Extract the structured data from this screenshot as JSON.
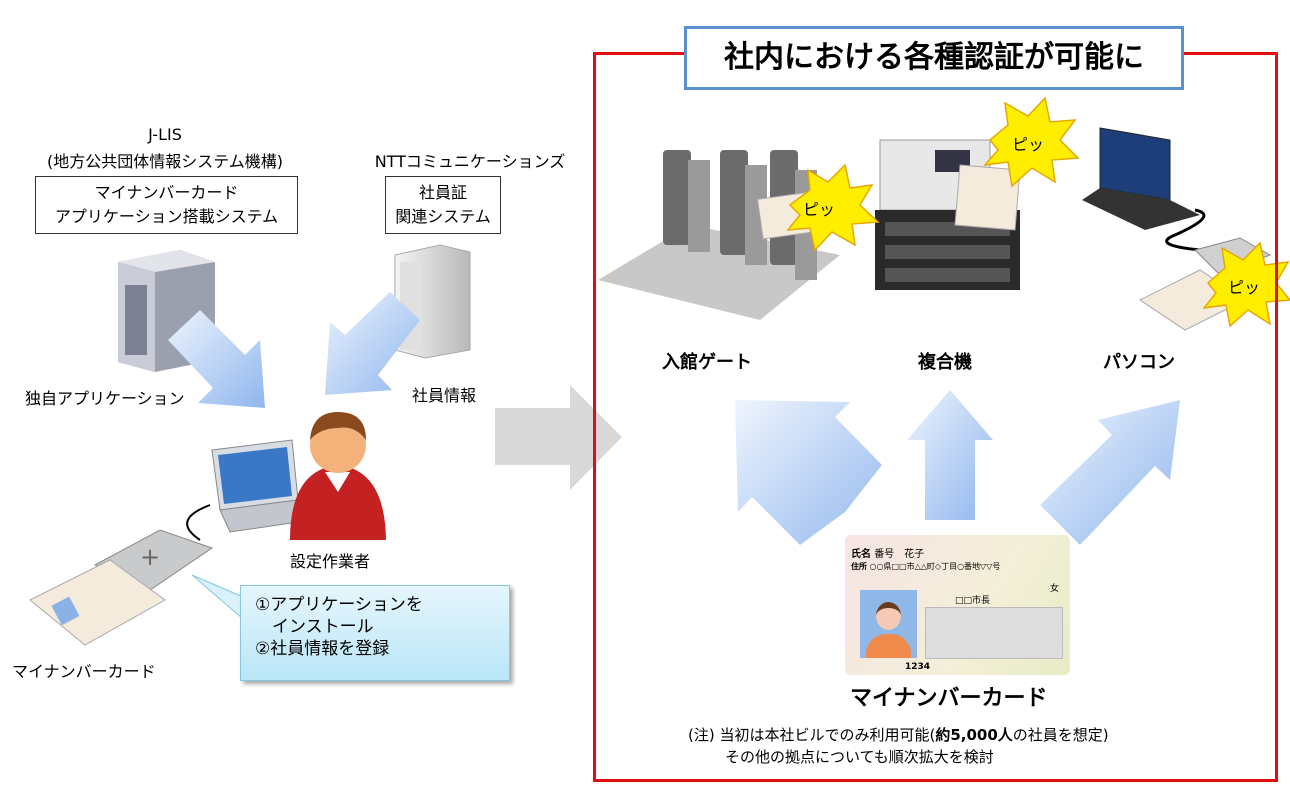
{
  "left": {
    "jlis_title": "J-LIS",
    "jlis_subtitle": "(地方公共団体情報システム機構)",
    "jlis_box": [
      "マイナンバーカード",
      "アプリケーション搭載システム"
    ],
    "ntt_title": "NTTコミュニケーションズ",
    "ntt_box": [
      "社員証",
      "関連システム"
    ],
    "arrow_app_label": "独自アプリケーション",
    "arrow_emp_label": "社員情報",
    "worker_label": "設定作業者",
    "card_label": "マイナンバーカード",
    "callout": [
      "①アプリケーションを",
      "　インストール",
      "②社員情報を登録"
    ]
  },
  "right": {
    "title": "社内における各種認証が可能に",
    "devices": [
      {
        "label": "入館ゲート",
        "beep": "ピッ"
      },
      {
        "label": "複合機",
        "beep": "ピッ"
      },
      {
        "label": "パソコン",
        "beep": "ピッ"
      }
    ],
    "card_label": "マイナンバーカード",
    "card": {
      "name_tag": "氏名",
      "name": "番号　花子",
      "address_tag": "住所",
      "address": "○○県□□市△△町◇丁目○番地▽▽号",
      "sex": "女",
      "issuer": "□□市長",
      "number": "1234"
    },
    "note_line1_a": "(注) 当初は本社ビルでのみ利用可能(",
    "note_line1_b": "約5,000人",
    "note_line1_c": "の社員を想定)",
    "note_line2": "その他の拠点についても順次拡大を検討"
  },
  "colors": {
    "frame": "#e01010",
    "title_border": "#5b8fd0",
    "arrow": "#a9c8f2",
    "burst": "#ffee00"
  }
}
